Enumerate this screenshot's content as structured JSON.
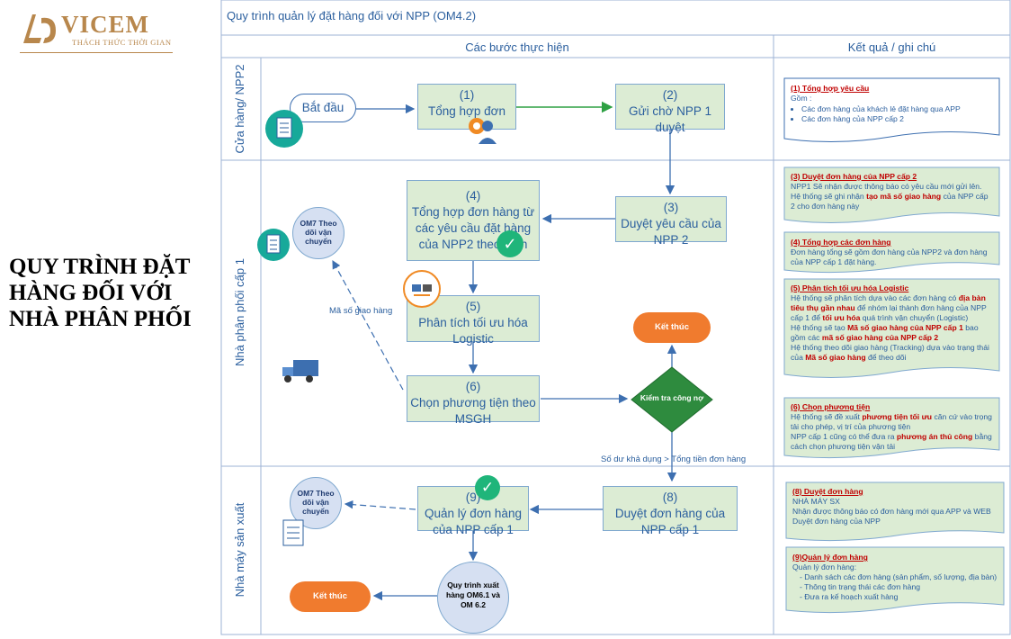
{
  "logo": {
    "name": "VICEM",
    "tagline": "THÁCH THỨC THỜI GIAN"
  },
  "side_title": "QUY TRÌNH ĐẶT HÀNG ĐỐI VỚI NHÀ PHÂN PHỐI",
  "diagram": {
    "title": "Quy trình quản lý đặt hàng đối với NPP (OM4.2)",
    "col_steps": "Các bước thực hiện",
    "col_results": "Kết quả / ghi chú",
    "lanes": [
      "Cửa hàng/ NPP2",
      "Nhà phân phối cấp 1",
      "Nhà máy sản xuất"
    ],
    "start": "Bắt đầu",
    "steps": {
      "s1_num": "(1)",
      "s1": "Tổng hợp đơn hàng",
      "s2_num": "(2)",
      "s2": "Gửi chờ NPP 1 duyệt",
      "s3_num": "(3)",
      "s3": "Duyệt yêu cầu của NPP 2",
      "s4_num": "(4)",
      "s4": "Tổng hợp đơn hàng từ các yêu cầu đặt hàng của NPP2 theo tuần",
      "s5_num": "(5)",
      "s5": "Phân tích tối ưu hóa Logistic",
      "s6_num": "(6)",
      "s6": "Chọn phương tiện theo MSGH",
      "s8_num": "(8)",
      "s8": "Duyệt đơn hàng của NPP cấp 1",
      "s9_num": "(9)",
      "s9": "Quản lý đơn hàng của NPP cấp 1"
    },
    "om7_a": "OM7 Theo dõi vận chuyển",
    "om7_b": "OM7 Theo dõi vận chuyển",
    "decision": "Kiểm tra công nợ",
    "end_top": "Kết thúc",
    "end_bottom": "Kết thúc",
    "om6": "Quy trình xuất hàng OM6.1 và OM 6.2",
    "label_msgh": "Mã số giao hàng",
    "label_balance": "Số dư khả dụng > Tổng tiền đơn hàng"
  },
  "notes": {
    "n1": {
      "title": "(1) Tổng hợp yêu cầu",
      "lead": "Gồm :",
      "items": [
        "Các đơn hàng của khách lẻ đặt hàng qua APP",
        "Các đơn hàng của NPP cấp 2"
      ]
    },
    "n3": {
      "title": "(3) Duyệt đơn hàng của NPP cấp 2",
      "l1": "NPP1 Sẽ nhận được thông báo có yêu cầu mới gửi lên.",
      "l2a": "Hệ thống sẽ ghi nhận ",
      "l2b": "tạo mã số giao hàng",
      "l2c": " của NPP cấp 2 cho đơn hàng này"
    },
    "n4": {
      "title": "(4) Tổng hợp các đơn hàng",
      "l1": "Đơn hàng tổng sẽ gồm đơn hàng của NPP2 và đơn hàng của NPP cấp 1 đặt hàng."
    },
    "n5": {
      "title": "(5) Phân tích tối ưu hóa Logistic",
      "a1": "Hệ thống sẽ phân tích dựa vào các đơn hàng có ",
      "a2": "địa bàn tiêu thụ gần nhau",
      "a3": " để nhóm lại thành đơn hàng của NPP cấp 1 để ",
      "a4": "tối ưu hóa",
      "a5": " quá trình vận chuyển (Logistic)",
      "b1": "Hệ thống sẽ tạo ",
      "b2": "Mã số giao hàng của NPP cấp 1",
      "b3": " bao gồm các ",
      "b4": "mã số giao hàng của NPP cấp 2",
      "c1": "Hệ thống theo dõi giao hàng (Tracking) dựa vào trạng thái của ",
      "c2": "Mã số giao hàng",
      "c3": " để theo dõi"
    },
    "n6": {
      "title": "(6) Chọn phương tiện",
      "a1": "Hệ thống sẽ đề xuất ",
      "a2": "phương tiện tối ưu",
      "a3": " căn cứ vào trọng tải cho phép, vị trí của phương tiện",
      "b1": "NPP cấp 1 cũng có thể đưa ra ",
      "b2": "phương án thủ công",
      "b3": " bằng cách chọn phương tiện vận tải"
    },
    "n8": {
      "title": "(8) Duyệt đơn hàng",
      "l1": "NHÀ MÁY SX",
      "l2": "Nhận được thông báo có đơn hàng mới qua APP và WEB",
      "l3": "Duyệt đơn hàng của NPP"
    },
    "n9": {
      "title": "(9)Quản lý đơn hàng",
      "lead": "Quản lý đơn hàng:",
      "items": [
        "Danh sách các đơn hàng (sản phẩm, số lượng, địa bàn)",
        "Thông tin trạng thái các đơn hàng",
        "Đưa ra kế hoạch xuất hàng"
      ]
    }
  },
  "colors": {
    "accent": "#2b5f9e",
    "process_fill": "#dcecd4",
    "note_fill": "#dcecd4",
    "highlight": "#c00000",
    "end": "#f07b2e",
    "decision": "#2e8b3e"
  }
}
